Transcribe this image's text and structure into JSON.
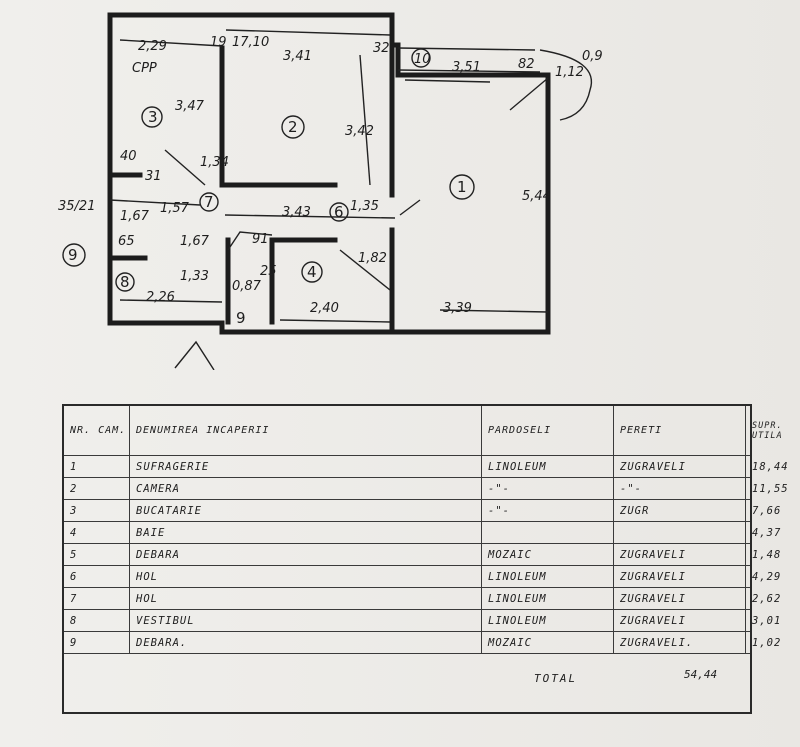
{
  "plan": {
    "rooms": {
      "r1": "1",
      "r2": "2",
      "r3": "3",
      "r4": "4",
      "r6": "6",
      "r7": "7",
      "r8": "8",
      "r9a": "9",
      "r9b": "9",
      "r10": "10"
    },
    "dims": {
      "d_2_29": "2,29",
      "d_19": "19",
      "d_17": "17,10",
      "d_3_41": "3,41",
      "d_32": "32",
      "d_3_51": "3,51",
      "d_82": "82",
      "d_1_12": "1,12",
      "d_0_9": "0,9",
      "d_3_47": "3,47",
      "d_3_42": "3,42",
      "d_5_44": "5,44",
      "d_40": "40",
      "d_31": "31",
      "d_1_34": "1,34",
      "d_35_21": "35/21",
      "d_1_67a": "1,67",
      "d_1_57": "1,57",
      "d_3_43": "3,43",
      "d_1_35": "1,35",
      "d_65": "65",
      "d_1_67b": "1,67",
      "d_91": "91",
      "d_1_82": "1,82",
      "d_1_33": "1,33",
      "d_2_26": "2,26",
      "d_0_87": "0,87",
      "d_25": "25",
      "d_2_40": "2,40",
      "d_3_39": "3,39",
      "d_cpp": "CPP"
    }
  },
  "table": {
    "headers": {
      "nr": "NR. CAM.",
      "name": "DENUMIREA INCAPERII",
      "floor": "PARDOSELI",
      "wall": "PERETI",
      "area": "SUPR. UTILA"
    },
    "rows": [
      {
        "nr": "1",
        "name": "SUFRAGERIE",
        "floor": "LINOLEUM",
        "wall": "ZUGRAVELI",
        "area": "18,44"
      },
      {
        "nr": "2",
        "name": "CAMERA",
        "floor": "-\"-",
        "wall": "-\"-",
        "area": "11,55"
      },
      {
        "nr": "3",
        "name": "BUCATARIE",
        "floor": "-\"-",
        "wall": "ZUGR",
        "area": "7,66"
      },
      {
        "nr": "4",
        "name": "BAIE",
        "floor": "",
        "wall": "",
        "area": "4,37"
      },
      {
        "nr": "5",
        "name": "DEBARA",
        "floor": "MOZAIC",
        "wall": "ZUGRAVELI",
        "area": "1,48"
      },
      {
        "nr": "6",
        "name": "HOL",
        "floor": "LINOLEUM",
        "wall": "ZUGRAVELI",
        "area": "4,29"
      },
      {
        "nr": "7",
        "name": "HOL",
        "floor": "LINOLEUM",
        "wall": "ZUGRAVELI",
        "area": "2,62"
      },
      {
        "nr": "8",
        "name": "VESTIBUL",
        "floor": "LINOLEUM",
        "wall": "ZUGRAVELI",
        "area": "3,01"
      },
      {
        "nr": "9",
        "name": "DEBARA.",
        "floor": "MOZAIC",
        "wall": "ZUGRAVELI.",
        "area": "1,02"
      }
    ],
    "total_label": "TOTAL",
    "total_value": "54,44"
  }
}
